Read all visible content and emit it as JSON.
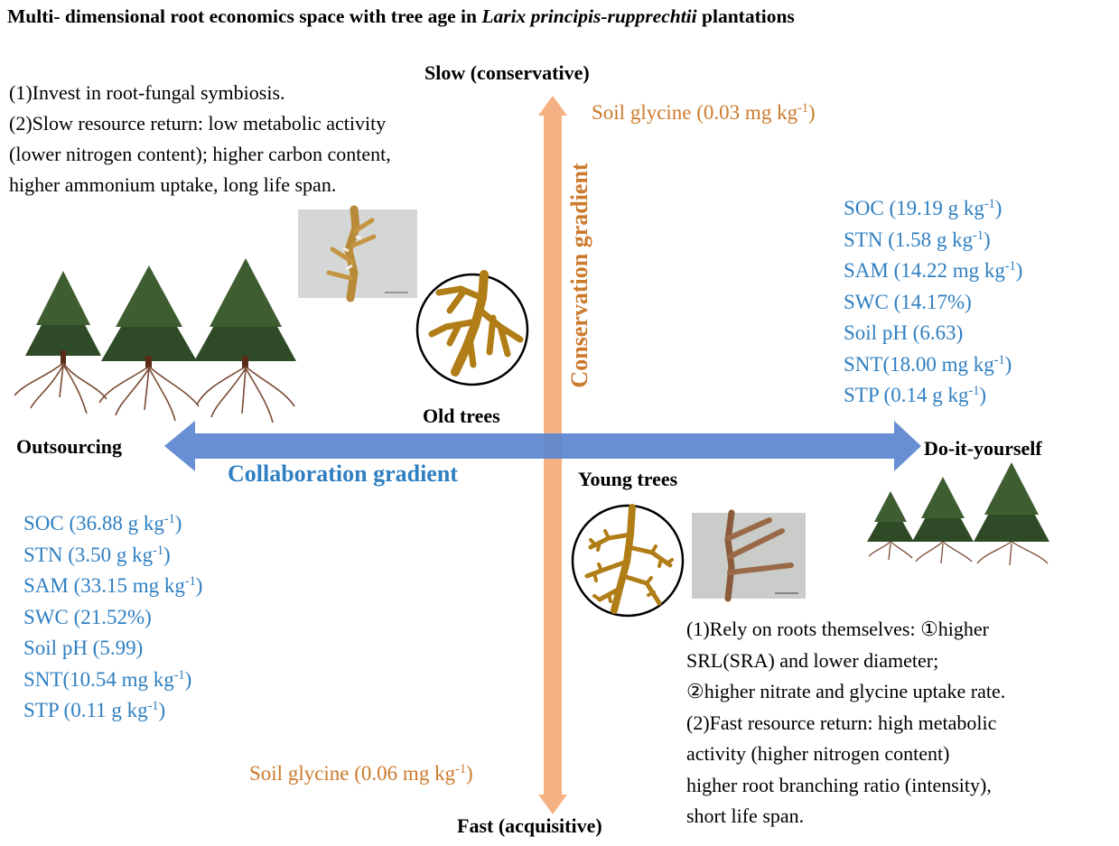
{
  "title": {
    "prefix": "Multi- dimensional root economics space with tree age in ",
    "species": "Larix principis-rupprechtii",
    "suffix": " plantations"
  },
  "axes": {
    "top": "Slow (conservative)",
    "bottom": "Fast (acquisitive)",
    "left": "Outsourcing",
    "right": "Do-it-yourself",
    "horizontal_gradient": "Collaboration gradient",
    "vertical_gradient": "Conservation gradient"
  },
  "colors": {
    "blue_arrow": "#5b86cf",
    "orange_arrow": "#f4b183",
    "blue_text": "#2f7fc1",
    "orange_text": "#cc7a2c",
    "root_brown": "#b07d16"
  },
  "old_trees": {
    "label": "Old trees",
    "traits": [
      "(1)Invest in root-fungal symbiosis.",
      "(2)Slow resource return: low metabolic activity",
      "(lower nitrogen content); higher carbon content,",
      "higher ammonium uptake, long life span."
    ],
    "soil_glycine": {
      "text": "Soil glycine (0.03 mg kg",
      "sup": "-1",
      "close": ")"
    }
  },
  "young_trees": {
    "label": "Young trees",
    "traits": [
      "(1)Rely on roots themselves: ①higher",
      "SRL(SRA) and lower diameter;",
      "②higher nitrate and glycine uptake rate.",
      "(2)Fast resource return: high metabolic",
      "activity (higher nitrogen content)",
      "higher root branching ratio (intensity),",
      "short life span."
    ],
    "soil_glycine": {
      "text": "Soil glycine (0.06 mg kg",
      "sup": "-1",
      "close": ")"
    }
  },
  "right_soil": [
    {
      "text": "SOC (19.19 g kg",
      "sup": "-1",
      "close": ")"
    },
    {
      "text": "STN (1.58 g kg",
      "sup": "-1",
      "close": ")"
    },
    {
      "text": "SAM (14.22 mg kg",
      "sup": "-1",
      "close": ")"
    },
    {
      "text": "SWC (14.17%)",
      "sup": "",
      "close": ""
    },
    {
      "text": "Soil pH (6.63)",
      "sup": "",
      "close": ""
    },
    {
      "text": "SNT(18.00 mg kg",
      "sup": "-1",
      "close": ")"
    },
    {
      "text": "STP (0.14 g kg",
      "sup": "-1",
      "close": ")"
    }
  ],
  "left_soil": [
    {
      "text": "SOC (36.88 g kg",
      "sup": "-1",
      "close": ")"
    },
    {
      "text": "STN (3.50 g kg",
      "sup": "-1",
      "close": ")"
    },
    {
      "text": "SAM (33.15 mg kg",
      "sup": "-1",
      "close": ")"
    },
    {
      "text": "SWC (21.52%)",
      "sup": "",
      "close": ""
    },
    {
      "text": "Soil pH (5.99)",
      "sup": "",
      "close": ""
    },
    {
      "text": "SNT(10.54 mg kg",
      "sup": "-1",
      "close": ")"
    },
    {
      "text": "STP (0.11 g kg",
      "sup": "-1",
      "close": ")"
    }
  ]
}
